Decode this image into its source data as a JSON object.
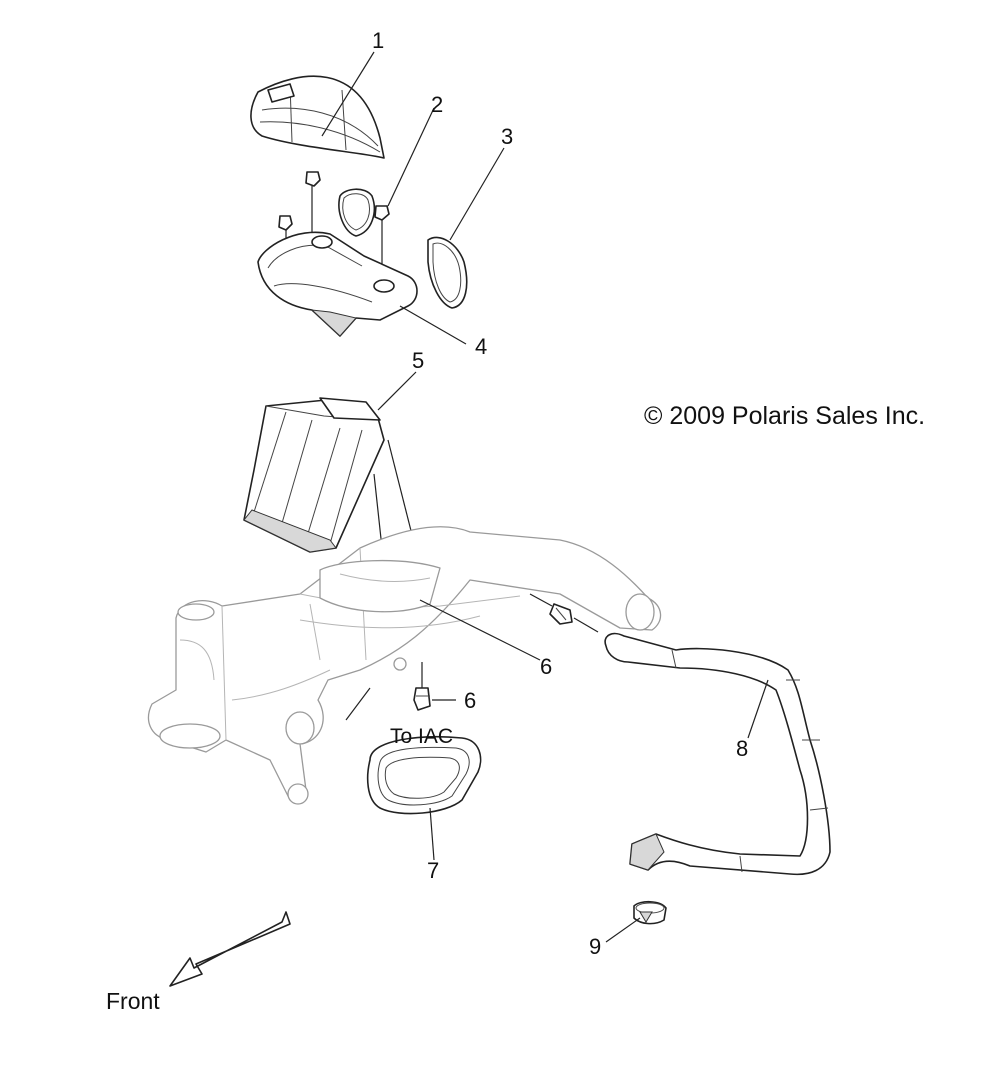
{
  "diagram": {
    "copyright": "© 2009 Polaris Sales Inc.",
    "front_label": "Front",
    "to_iac_label": "To IAC",
    "callouts": [
      {
        "id": "1",
        "label": "1"
      },
      {
        "id": "2",
        "label": "2"
      },
      {
        "id": "3",
        "label": "3"
      },
      {
        "id": "4",
        "label": "4"
      },
      {
        "id": "5",
        "label": "5"
      },
      {
        "id": "6a",
        "label": "6"
      },
      {
        "id": "6b",
        "label": "6"
      },
      {
        "id": "7",
        "label": "7"
      },
      {
        "id": "8",
        "label": "8"
      },
      {
        "id": "9",
        "label": "9"
      }
    ]
  }
}
